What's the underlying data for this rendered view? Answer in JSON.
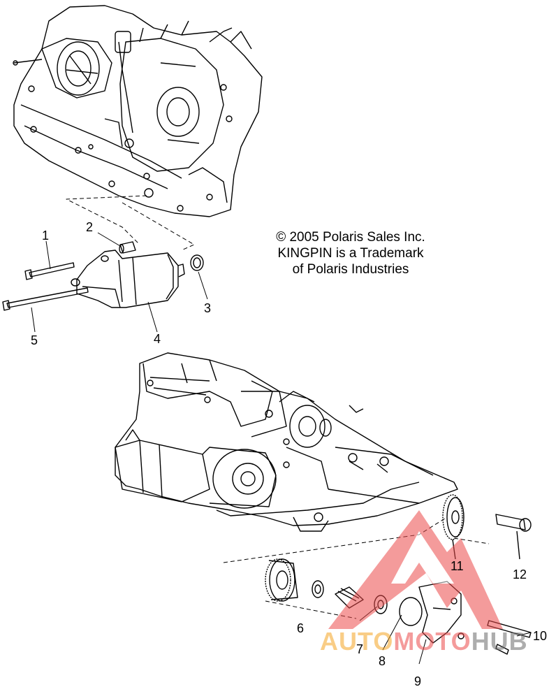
{
  "copyright": {
    "line1": "© 2005 Polaris Sales Inc.",
    "line2": "KINGPIN is a Trademark",
    "line3": "of Polaris Industries"
  },
  "callouts": {
    "c1": "1",
    "c2": "2",
    "c3": "3",
    "c4": "4",
    "c5": "5",
    "c6": "6",
    "c7": "7",
    "c8": "8",
    "c9": "9",
    "c10": "10",
    "c11": "11",
    "c12": "12"
  },
  "watermark": {
    "part1": "AUTO",
    "part2": "MOTO",
    "part3": "HUB",
    "colors": {
      "orange": "#f5a524",
      "red": "#ec4b4b",
      "gray": "#6b6b6b"
    }
  },
  "colors": {
    "line": "#000000",
    "background": "#ffffff"
  }
}
